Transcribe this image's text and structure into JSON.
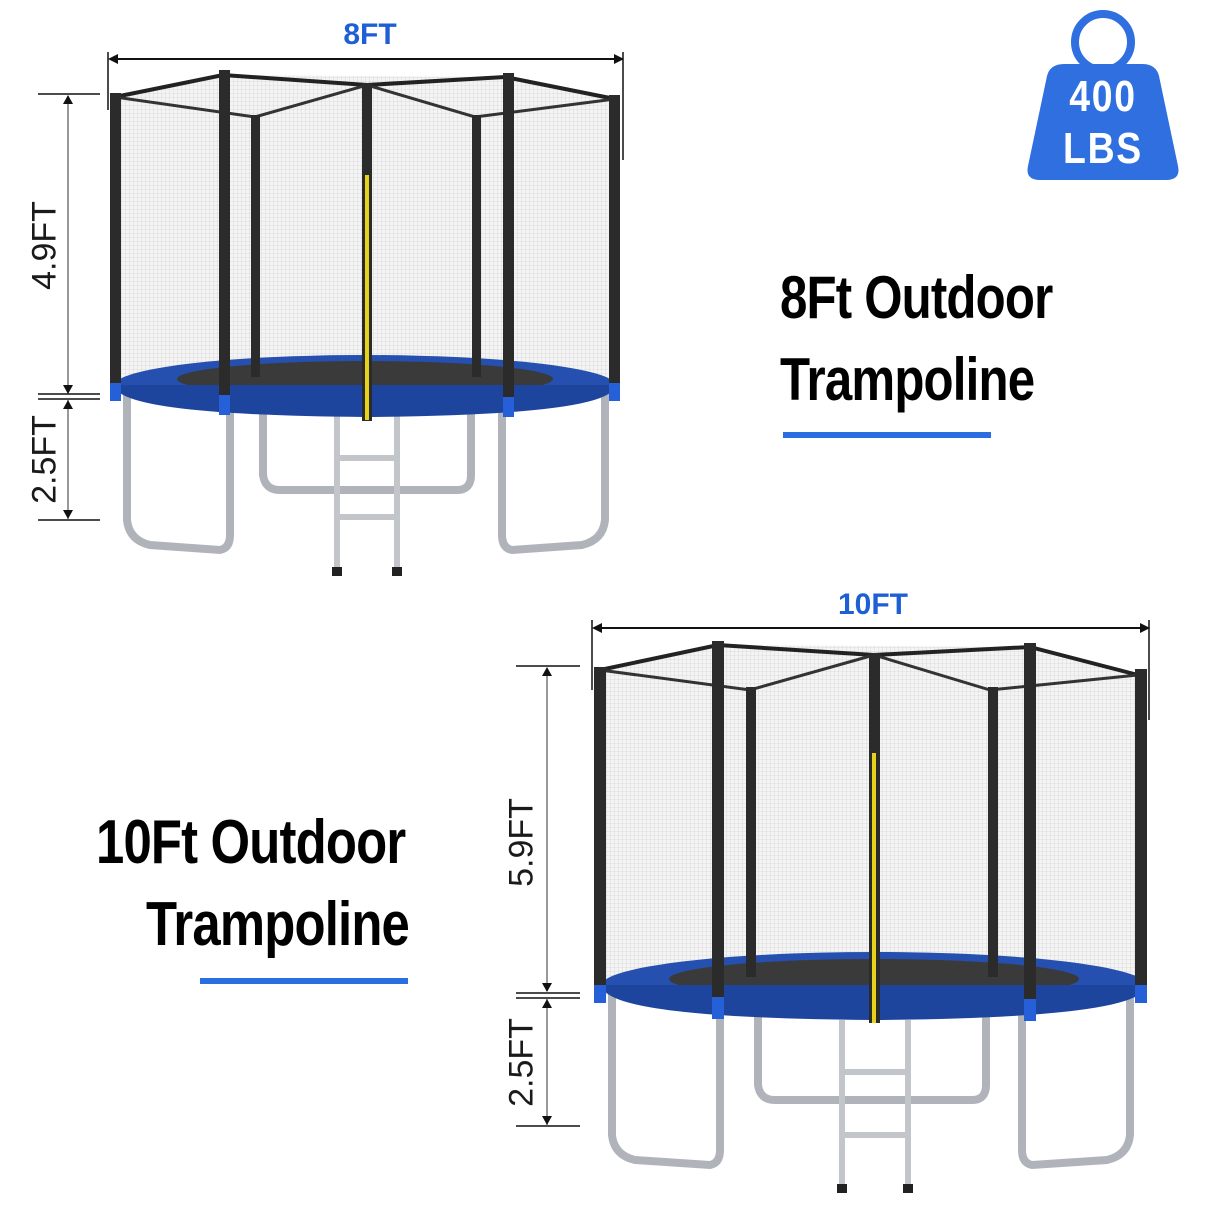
{
  "badge": {
    "value": "400",
    "unit": "LBS",
    "icon": "weight-kettlebell-icon",
    "color": "#2f6fe0"
  },
  "products": [
    {
      "title_line1": "8Ft Outdoor",
      "title_line2": "Trampoline",
      "width_label": "8FT",
      "net_height_label": "4.9FT",
      "frame_height_label": "2.5FT"
    },
    {
      "title_line1": "10Ft Outdoor",
      "title_line2": "Trampoline",
      "width_label": "10FT",
      "net_height_label": "5.9FT",
      "frame_height_label": "2.5FT"
    }
  ],
  "colors": {
    "accent_blue": "#1f5fd6",
    "underline_blue": "#2a6ee0",
    "pad_blue": "#2550b0",
    "pole_dark": "#2b2b2b",
    "safety_yellow": "#e6d21a",
    "steel": "#b8bcc2"
  }
}
